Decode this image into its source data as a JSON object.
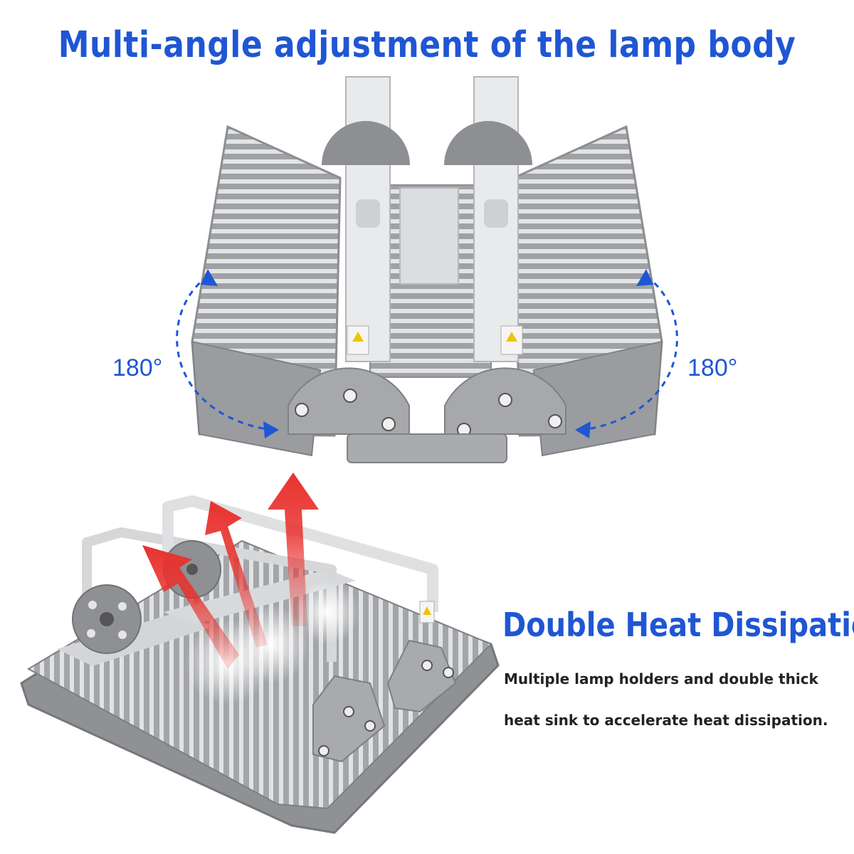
{
  "headline": "Multi-angle adjustment of the lamp body",
  "angle_left": "180°",
  "angle_right": "180°",
  "feature": {
    "title": "Double Heat Dissipation",
    "line1": "Multiple lamp holders and double thick",
    "line2": "heat sink to accelerate heat dissipation."
  },
  "colors": {
    "accent": "#1f56d4",
    "arrow": "#e8322e",
    "body": "#9b9da0",
    "bracket": "#e9eaec"
  }
}
